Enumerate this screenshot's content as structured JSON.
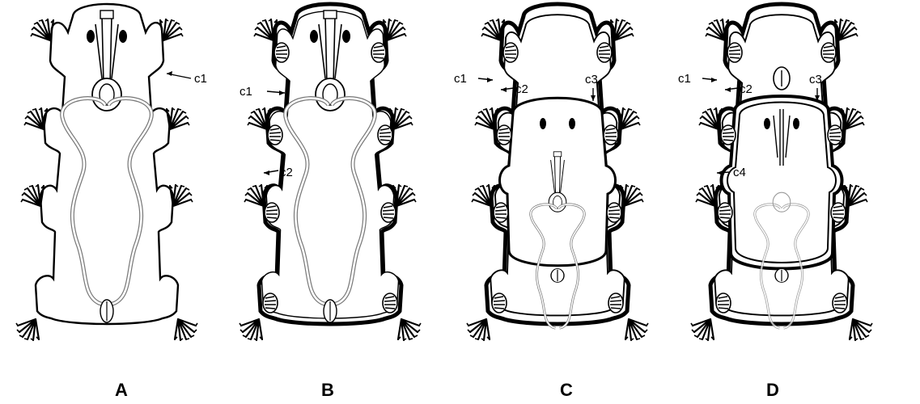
{
  "figure": {
    "panels": [
      {
        "letter": "A",
        "callouts": [
          "c1"
        ]
      },
      {
        "letter": "B",
        "callouts": [
          "c1",
          "c2"
        ]
      },
      {
        "letter": "C",
        "callouts": [
          "c1",
          "c2",
          "c3"
        ]
      },
      {
        "letter": "D",
        "callouts": [
          "c1",
          "c2",
          "c3",
          "c4"
        ]
      }
    ]
  }
}
